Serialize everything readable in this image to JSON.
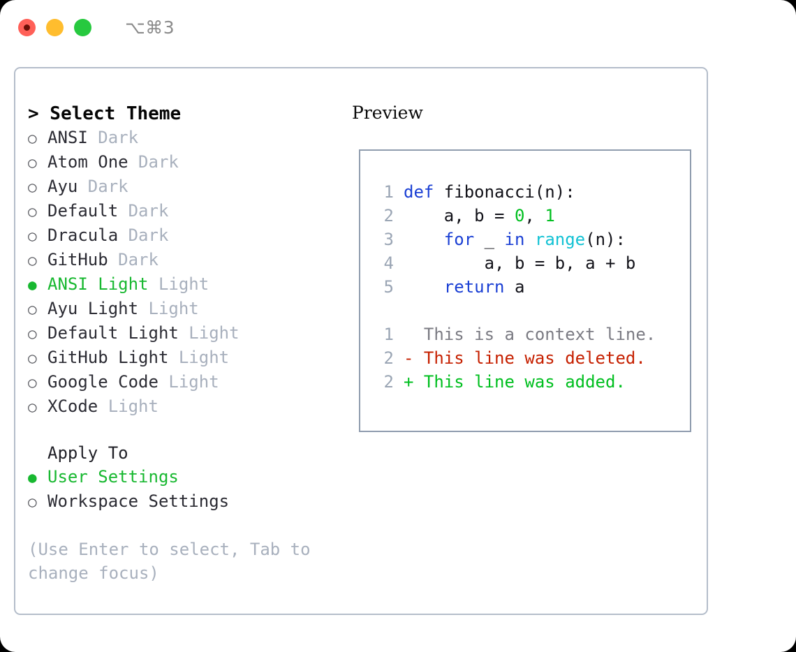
{
  "titlebar": {
    "shortcut": "⌥⌘3",
    "buttons": [
      {
        "name": "close",
        "color": "#ff6058"
      },
      {
        "name": "minimize",
        "color": "#ffbd2e"
      },
      {
        "name": "maximize",
        "color": "#27c93f"
      }
    ]
  },
  "theme_list": {
    "header": "> Select Theme",
    "items": [
      {
        "bullet": "○",
        "name": "ANSI",
        "kind": "Dark",
        "selected": false
      },
      {
        "bullet": "○",
        "name": "Atom One",
        "kind": "Dark",
        "selected": false
      },
      {
        "bullet": "○",
        "name": "Ayu",
        "kind": "Dark",
        "selected": false
      },
      {
        "bullet": "○",
        "name": "Default",
        "kind": "Dark",
        "selected": false
      },
      {
        "bullet": "○",
        "name": "Dracula",
        "kind": "Dark",
        "selected": false
      },
      {
        "bullet": "○",
        "name": "GitHub",
        "kind": "Dark",
        "selected": false
      },
      {
        "bullet": "●",
        "name": "ANSI Light",
        "kind": "Light",
        "selected": true
      },
      {
        "bullet": "○",
        "name": "Ayu Light",
        "kind": "Light",
        "selected": false
      },
      {
        "bullet": "○",
        "name": "Default Light",
        "kind": "Light",
        "selected": false
      },
      {
        "bullet": "○",
        "name": "GitHub Light",
        "kind": "Light",
        "selected": false
      },
      {
        "bullet": "○",
        "name": "Google Code",
        "kind": "Light",
        "selected": false
      },
      {
        "bullet": "○",
        "name": "XCode",
        "kind": "Light",
        "selected": false
      }
    ]
  },
  "apply_to": {
    "header": "Apply To",
    "items": [
      {
        "bullet": "●",
        "name": "User Settings",
        "selected": true
      },
      {
        "bullet": "○",
        "name": "Workspace Settings",
        "selected": false
      }
    ]
  },
  "hint": "(Use Enter to select, Tab to change focus)",
  "preview": {
    "title": "Preview",
    "code_lines": [
      {
        "number": "1",
        "tokens": [
          {
            "text": "def ",
            "type": "kw"
          },
          {
            "text": "fibonacci(n):",
            "type": "plain"
          }
        ]
      },
      {
        "number": "2",
        "tokens": [
          {
            "text": "    a, b = ",
            "type": "plain"
          },
          {
            "text": "0",
            "type": "num"
          },
          {
            "text": ", ",
            "type": "plain"
          },
          {
            "text": "1",
            "type": "num"
          }
        ]
      },
      {
        "number": "3",
        "tokens": [
          {
            "text": "    ",
            "type": "plain"
          },
          {
            "text": "for",
            "type": "kw"
          },
          {
            "text": " _ ",
            "type": "plain"
          },
          {
            "text": "in",
            "type": "kw"
          },
          {
            "text": " ",
            "type": "plain"
          },
          {
            "text": "range",
            "type": "builtin"
          },
          {
            "text": "(n):",
            "type": "plain"
          }
        ]
      },
      {
        "number": "4",
        "tokens": [
          {
            "text": "        a, b = b, a + b",
            "type": "plain"
          }
        ]
      },
      {
        "number": "5",
        "tokens": [
          {
            "text": "    ",
            "type": "plain"
          },
          {
            "text": "return",
            "type": "kw"
          },
          {
            "text": " a",
            "type": "plain"
          }
        ]
      }
    ],
    "diff_lines": [
      {
        "number": "1",
        "marker": " ",
        "text": " This is a context line.",
        "type": "context"
      },
      {
        "number": "2",
        "marker": "-",
        "text": " This line was deleted.",
        "type": "deleted"
      },
      {
        "number": "2",
        "marker": "+",
        "text": " This line was added.",
        "type": "added"
      }
    ]
  },
  "colors": {
    "accent_green": "#18b830",
    "keyword_blue": "#1a3fd4",
    "builtin_cyan": "#12c2d4",
    "number_green": "#00bf1f",
    "diff_delete_red": "#c62000",
    "muted_grey": "#a8b0bd",
    "panel_border": "#b4bdca",
    "preview_border": "#8f9cae"
  }
}
